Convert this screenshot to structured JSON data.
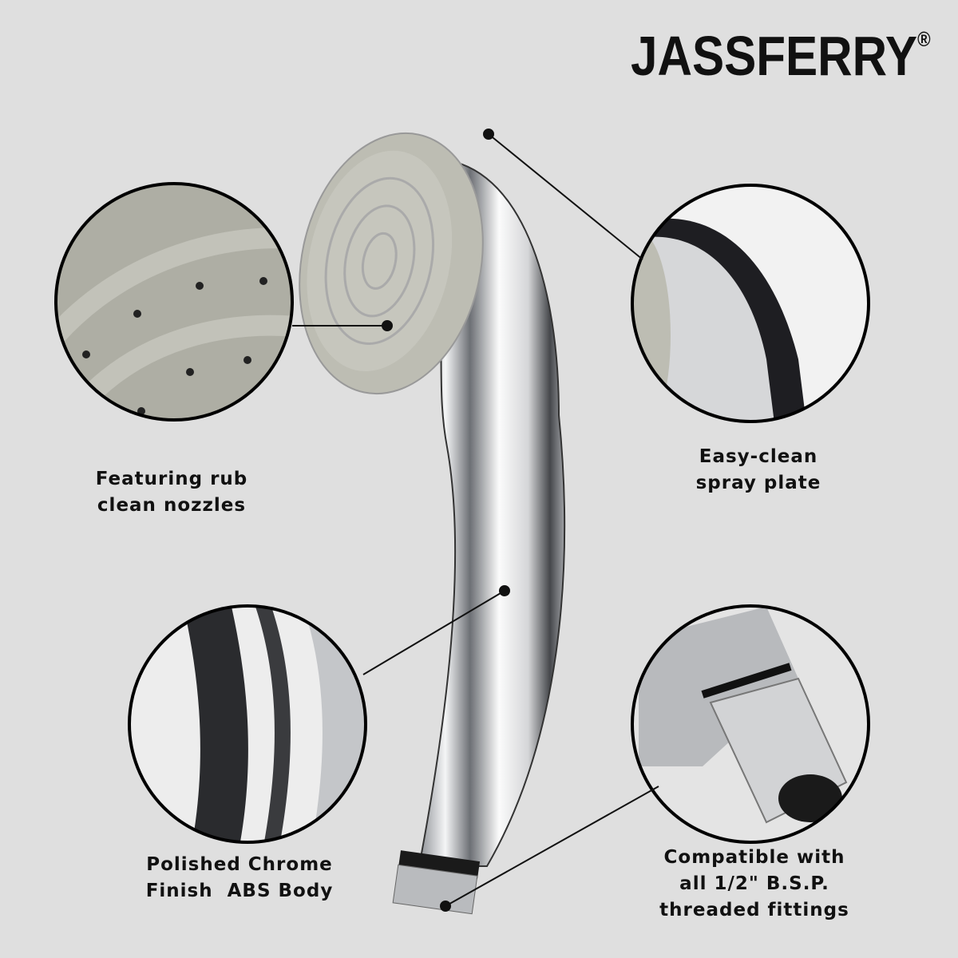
{
  "brand": {
    "name": "JASSFERRY",
    "mark": "®"
  },
  "callouts": [
    {
      "id": "nozzles",
      "lines": [
        "Featuring rub",
        "clean nozzles"
      ]
    },
    {
      "id": "spray-plate",
      "lines": [
        "Easy-clean",
        "spray plate"
      ]
    },
    {
      "id": "finish",
      "lines": [
        "Polished Chrome",
        "Finish  ABS Body"
      ]
    },
    {
      "id": "fittings",
      "lines": [
        "Compatible with",
        "all 1/2\" B.S.P.",
        "threaded fittings"
      ]
    }
  ],
  "colors": {
    "background": "#dfdfdf",
    "spray_plate": "#bdbdb3",
    "chrome": "#c8cacc",
    "text": "#111111"
  }
}
